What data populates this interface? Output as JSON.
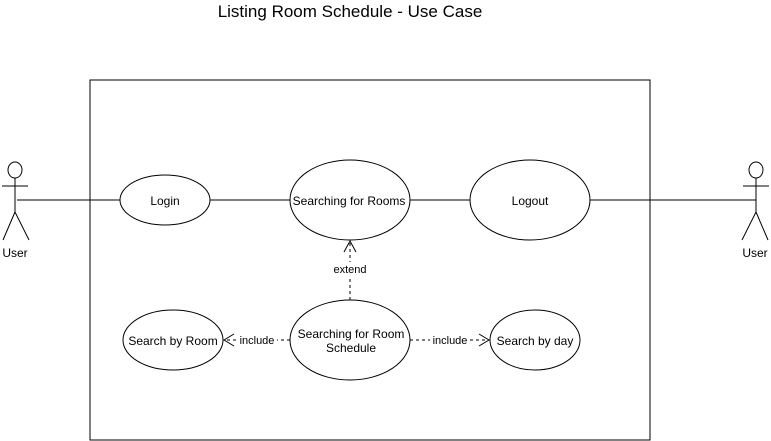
{
  "diagram": {
    "title": "Listing Room Schedule - Use Case",
    "actors": {
      "left": "User",
      "right": "User"
    },
    "use_cases": {
      "login": "Login",
      "searching_rooms": "Searching for Rooms",
      "logout": "Logout",
      "search_schedule_line1": "Searching for Room",
      "search_schedule_line2": "Schedule",
      "search_by_room": "Search by Room",
      "search_by_day": "Search by day"
    },
    "relations": {
      "extend": "extend",
      "include_left": "include",
      "include_right": "include"
    }
  }
}
